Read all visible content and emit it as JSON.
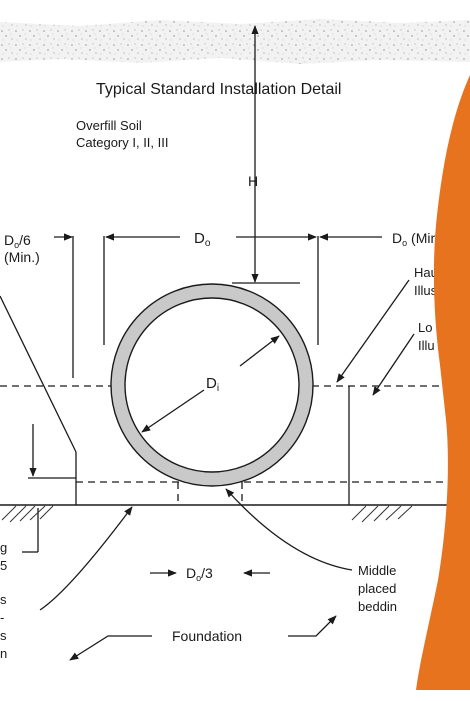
{
  "diagram": {
    "title": "Typical Standard Installation Detail",
    "overfill_line1": "Overfill Soil",
    "overfill_line2": "Category I, II, III",
    "cover_label": "H",
    "outer_diameter": "D",
    "outer_diameter_sub": "o",
    "inner_diameter": "D",
    "inner_diameter_sub": "i",
    "side_min_top": "D",
    "side_min_sub": "o",
    "side_min_div": "/6",
    "side_min_note": "(Min.)",
    "right_min_main": "D",
    "right_min_sub": "o",
    "right_min_tail": " (Mir",
    "haunch_line1": "Hau",
    "haunch_line2": "Illus",
    "lower_line1": "Lo",
    "lower_line2": "Illu",
    "bedding_dim_main": "D",
    "bedding_dim_sub": "o",
    "bedding_dim_div": "/3",
    "middle_line1": "Middle",
    "middle_line2": "placed",
    "middle_line3": "beddin",
    "foundation": "Foundation",
    "left_fragments": [
      "g",
      "5",
      "s",
      "-",
      "s",
      "n"
    ],
    "colors": {
      "overlay_orange": "#e8731e",
      "pipe_wall": "#c9c9c9",
      "soil_speckle": "#e9e9e9"
    }
  }
}
